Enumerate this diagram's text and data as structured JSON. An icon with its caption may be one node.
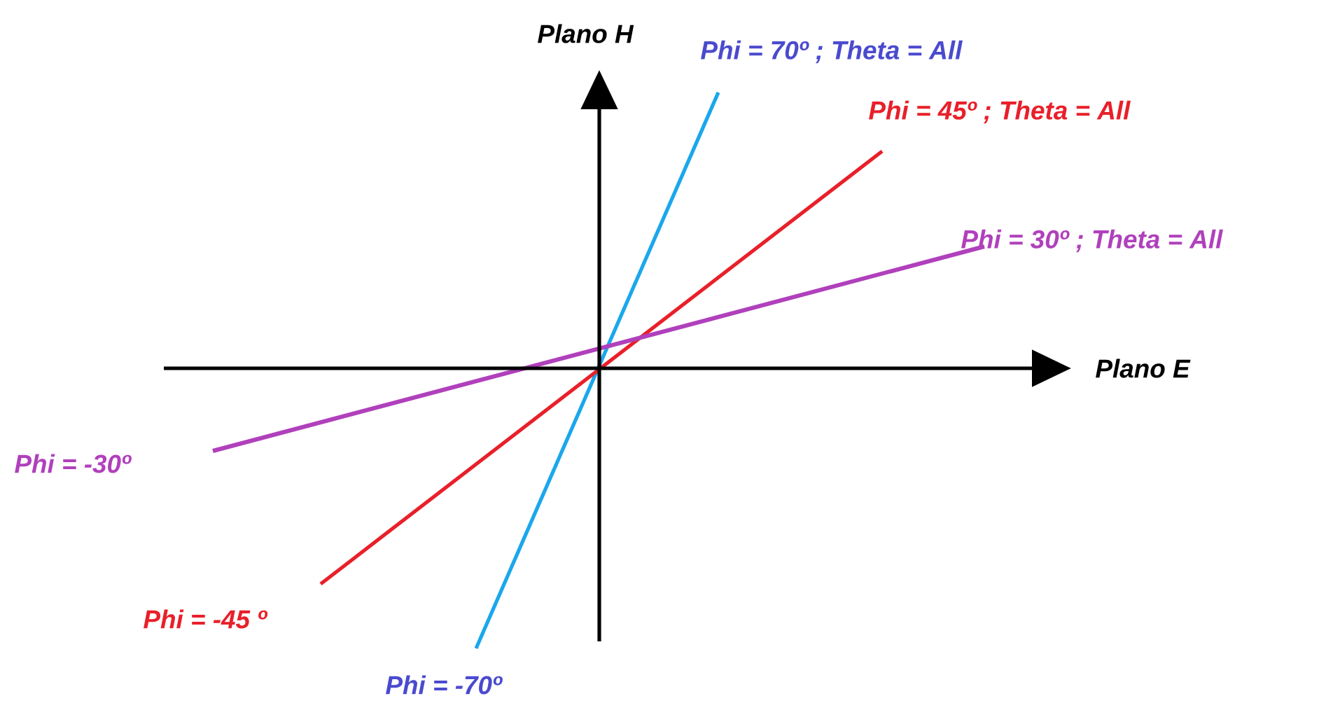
{
  "diagram": {
    "labels": [
      "Plano H",
      "Phi = 70º ; Theta = All",
      "Phi = 45º ; Theta = All",
      "Phi = 30º ; Theta = All",
      "Plano E",
      "Phi = -30º",
      "Phi = -45 º",
      "Phi = -70º"
    ]
  }
}
